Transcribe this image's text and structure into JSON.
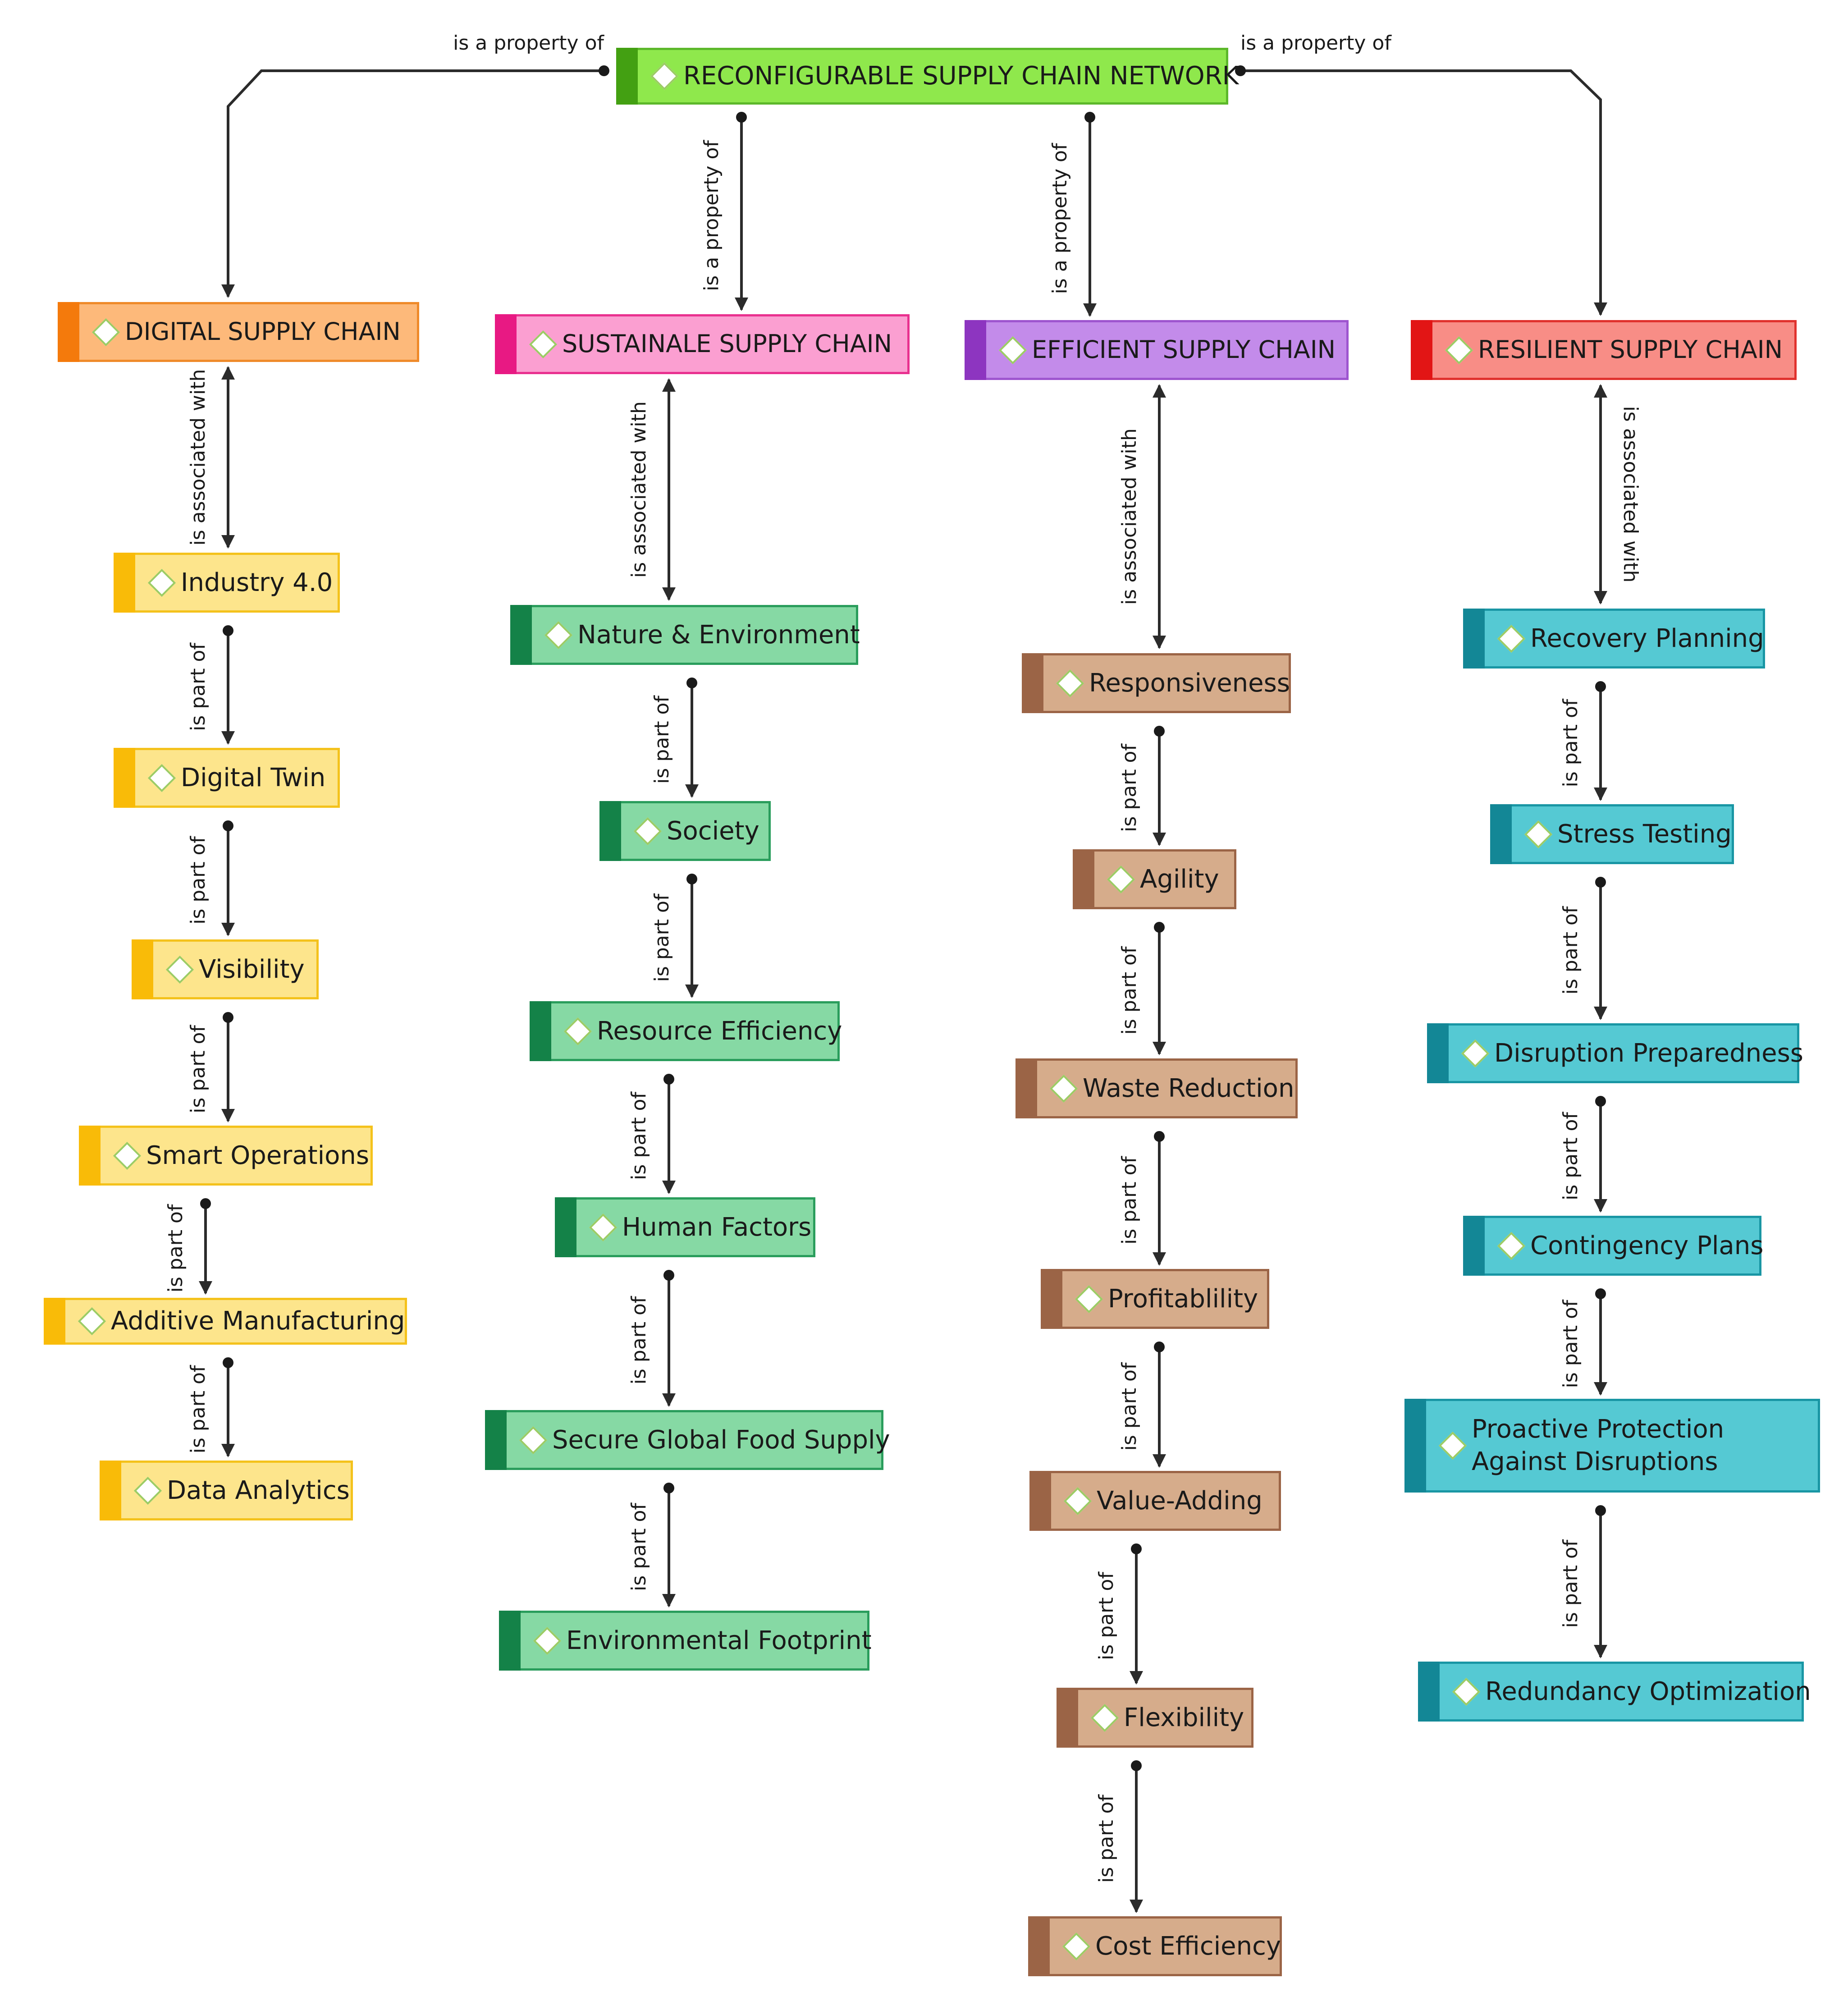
{
  "colors": {
    "root": "#8fe84c",
    "digital": "#fdb97a",
    "sustainable": "#fb9fd1",
    "efficient": "#c38bea",
    "resilient": "#f88d86",
    "digital_items": "#fde58c",
    "sustainable_items": "#86d9a4",
    "efficient_items": "#d6ac8b",
    "resilient_items": "#55c9d3",
    "connector": "#2b2b2b"
  },
  "root": {
    "label": "RECONFIGURABLE SUPPLY CHAIN NETWORK"
  },
  "categories": [
    {
      "label": "DIGITAL SUPPLY CHAIN",
      "link_from_root": "is a property of",
      "link_to_items": "is associated with",
      "items": [
        "Industry 4.0",
        "Digital Twin",
        "Visibility",
        "Smart Operations",
        "Additive Manufacturing",
        "Data Analytics"
      ],
      "item_links": [
        "is part of",
        "is part of",
        "is part of",
        "is part of",
        "is part of"
      ]
    },
    {
      "label": "SUSTAINALE SUPPLY CHAIN",
      "link_from_root": "is a property of",
      "link_to_items": "is associated with",
      "items": [
        "Nature & Environment",
        "Society",
        "Resource Efficiency",
        "Human Factors",
        "Secure Global Food Supply",
        "Environmental Footprint"
      ],
      "item_links": [
        "is part of",
        "is part of",
        "is part of",
        "is part of",
        "is part of"
      ]
    },
    {
      "label": "EFFICIENT SUPPLY CHAIN",
      "link_from_root": "is a property of",
      "link_to_items": "is associated with",
      "items": [
        "Responsiveness",
        "Agility",
        "Waste Reduction",
        "Profitablility",
        "Value-Adding",
        "Flexibility",
        "Cost Efficiency"
      ],
      "item_links": [
        "is part of",
        "is part of",
        "is part of",
        "is part of",
        "is part of",
        "is part of"
      ]
    },
    {
      "label": "RESILIENT SUPPLY CHAIN",
      "link_from_root": "is a property of",
      "link_to_items": "is associated with",
      "items": [
        "Recovery Planning",
        "Stress Testing",
        "Disruption Preparedness",
        "Contingency Plans",
        "Proactive Protection Against Disruptions",
        "Redundancy Optimization"
      ],
      "item_links": [
        "is part of",
        "is part of",
        "is part of",
        "is part of",
        "is part of"
      ]
    }
  ]
}
